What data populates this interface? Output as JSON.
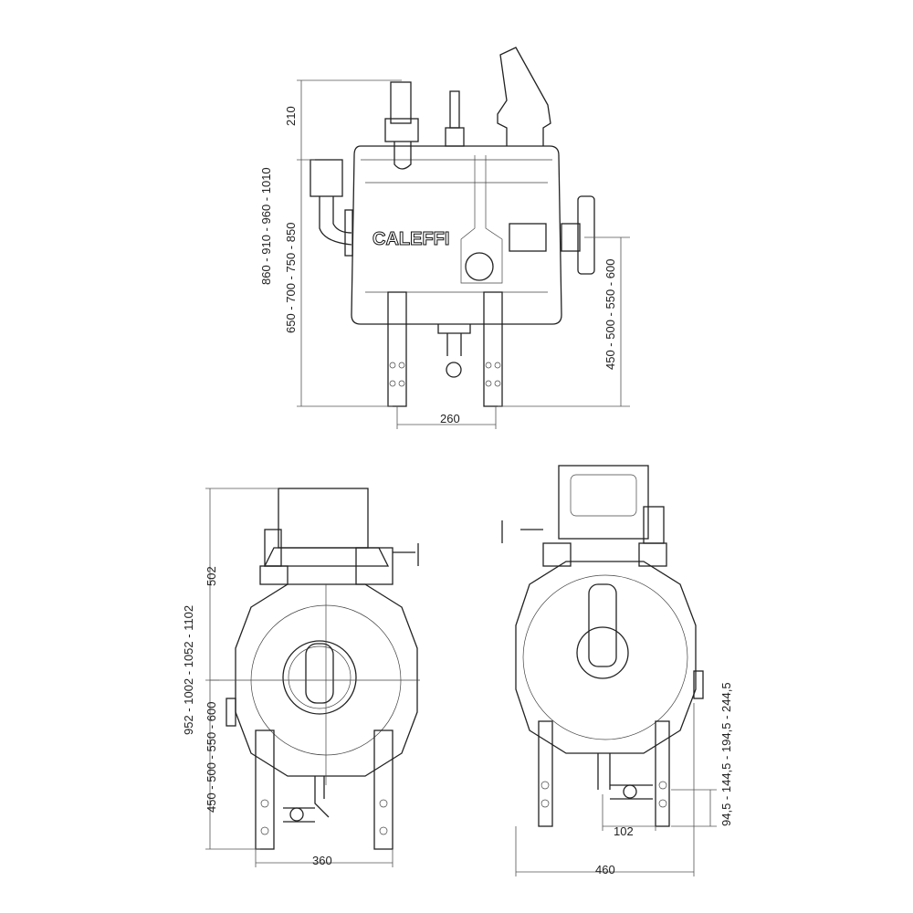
{
  "brand": "CALEFFI",
  "top_view": {
    "dim_top": "210",
    "dim_total_height": "860 - 910 - 960 - 1010",
    "dim_body_height": "650 - 700 - 750 - 850",
    "dim_outlet_height": "450 - 500 - 550 - 600",
    "dim_leg_spacing": "260"
  },
  "side_view_left": {
    "dim_total_height": "952 - 1002 - 1052 - 1102",
    "dim_upper": "502",
    "dim_lower": "450 - 500 - 550 - 600",
    "dim_leg_spacing": "360"
  },
  "side_view_right": {
    "dim_width": "460",
    "dim_drain_offset": "102",
    "dim_drain_height": "94,5 - 144,5 - 194,5 - 244,5"
  }
}
